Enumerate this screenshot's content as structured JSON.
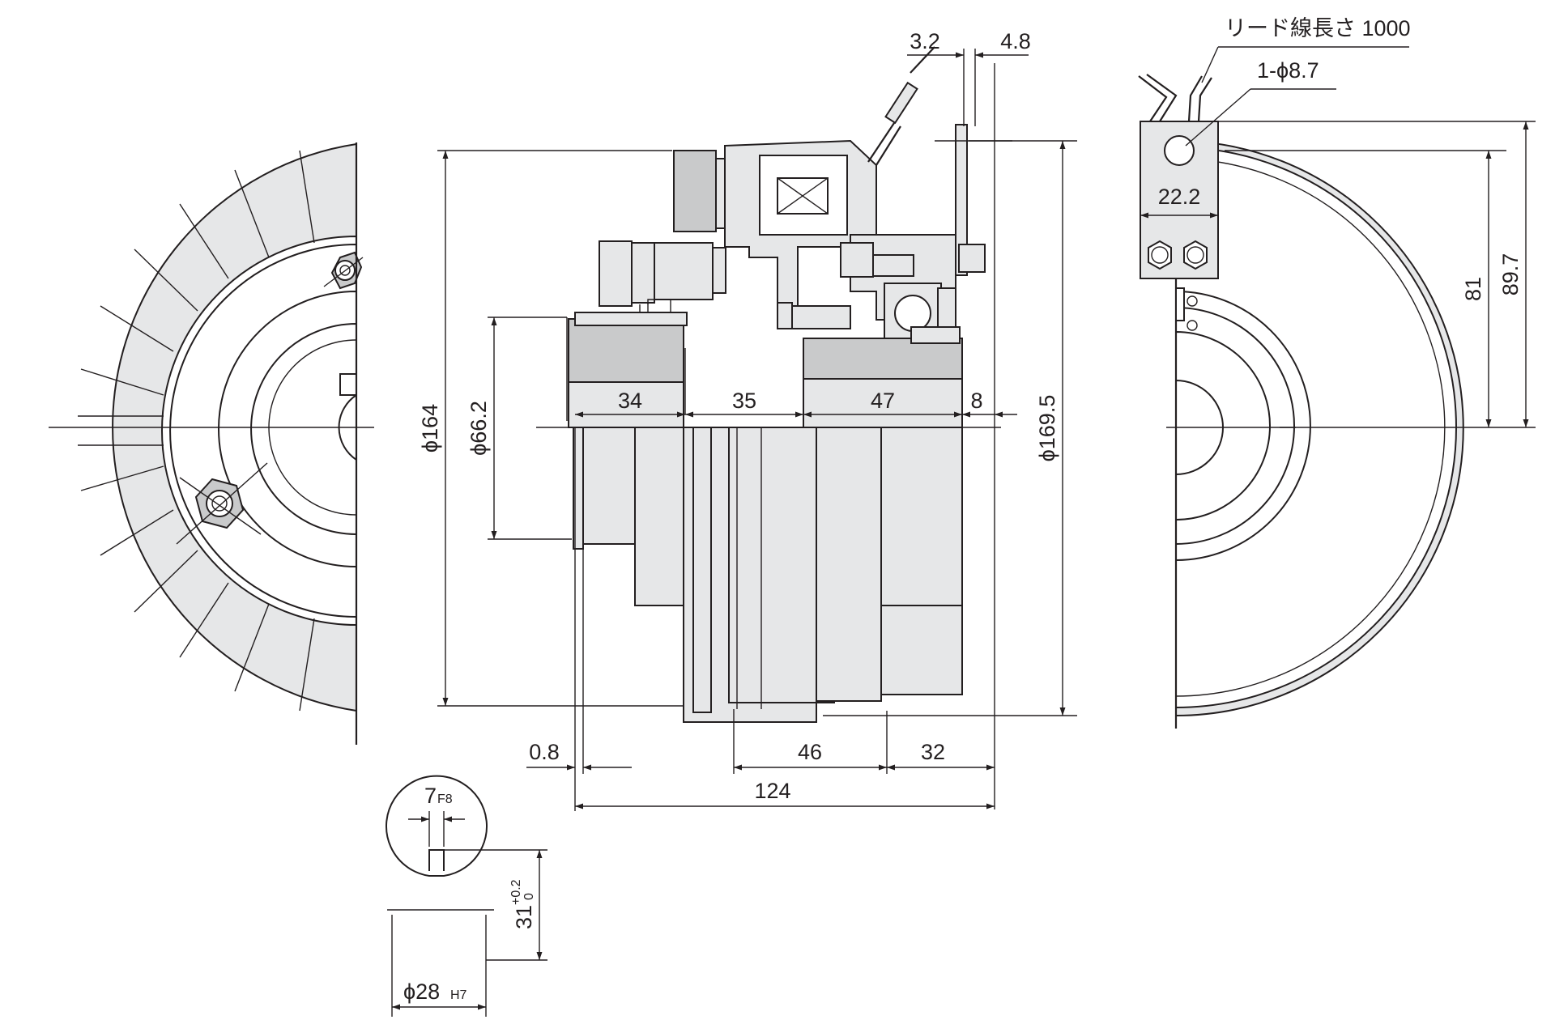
{
  "labels": {
    "lead_wire": "リード線長さ 1000",
    "hole": "1-ϕ8.7",
    "d_22_2": "22.2",
    "d_81": "81",
    "d_89_7": "89.7",
    "d_3_2": "3.2",
    "d_4_8": "4.8",
    "d_34": "34",
    "d_35": "35",
    "d_47": "47",
    "d_8": "8",
    "d_phi164": "ϕ164",
    "d_phi66_2": "ϕ66.2",
    "d_phi169_5": "ϕ169.5",
    "d_0_8": "0.8",
    "d_46": "46",
    "d_32": "32",
    "d_124": "124",
    "key_width": "7",
    "key_width_tol": "F8",
    "bore_depth": "31",
    "bore_depth_tol_upper": "+0.2",
    "bore_depth_tol_lower": "0",
    "bore": "ϕ28",
    "bore_tol": "H7"
  }
}
